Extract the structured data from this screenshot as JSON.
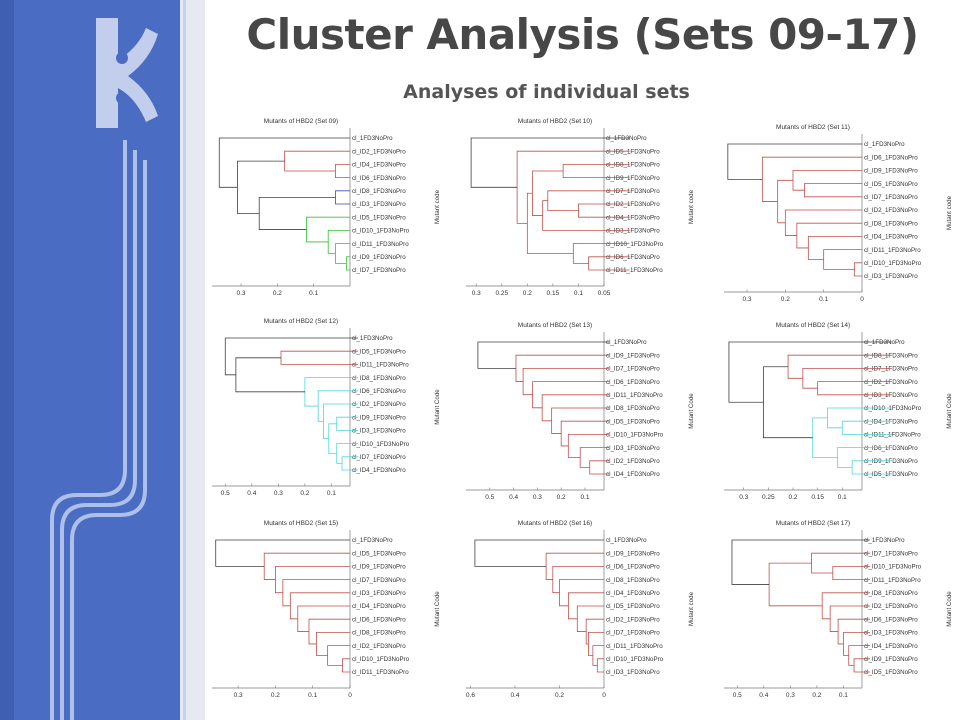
{
  "slide": {
    "title": "Cluster Analysis (Sets 09-17)",
    "subtitle": "Analyses of individual sets"
  },
  "colors": {
    "sidebar": "#4a6cc2",
    "sidebar_stripe": "#aebfe8",
    "title_text": "#474747",
    "tree_black": "#404040",
    "tree_red": "#c0504d",
    "tree_blue": "#3a4bb0",
    "tree_green": "#35c235",
    "tree_cyan": "#4fd6dc"
  },
  "chart_data": [
    {
      "type": "dendrogram",
      "title": "Mutants of HBD2 (Set 09)",
      "ylabel": "Mutant code",
      "xticks": [
        "0.3",
        "0.2",
        "0.1"
      ],
      "xlim": [
        0.38,
        0
      ],
      "labels": [
        "cl_1FD3NoPro",
        "cl_ID2_1FD3NoPro",
        "cl_ID4_1FD3NoPro",
        "cl_ID6_1FD3NoPro",
        "cl_ID8_1FD3NoPro",
        "cl_ID3_1FD3NoPro",
        "cl_ID5_1FD3NoPro",
        "cl_ID10_1FD3NoPro",
        "cl_ID11_1FD3NoPro",
        "cl_ID9_1FD3NoPro",
        "cl_ID7_1FD3NoPro"
      ],
      "merges": [
        {
          "a": 9,
          "b": 10,
          "h": 0.01,
          "color": "green"
        },
        {
          "a": 8,
          "b": 11,
          "h": 0.04,
          "color": "green"
        },
        {
          "a": 7,
          "b": 12,
          "h": 0.06,
          "color": "green"
        },
        {
          "a": 6,
          "b": 13,
          "h": 0.12,
          "color": "green"
        },
        {
          "a": 4,
          "b": 5,
          "h": 0.04,
          "color": "blue"
        },
        {
          "a": 2,
          "b": 3,
          "h": 0.04,
          "color": "red"
        },
        {
          "a": 1,
          "b": 16,
          "h": 0.18,
          "color": "red"
        },
        {
          "a": 15,
          "b": 14,
          "h": 0.25,
          "color": "black"
        },
        {
          "a": 17,
          "b": 18,
          "h": 0.31,
          "color": "black"
        },
        {
          "a": 0,
          "b": 19,
          "h": 0.36,
          "color": "black"
        }
      ]
    },
    {
      "type": "dendrogram",
      "title": "Mutants of HBD2 (Set 10)",
      "ylabel": "Mutant code",
      "xticks": [
        "0.3",
        "0.25",
        "0.2",
        "0.15",
        "0.1",
        "0.05"
      ],
      "xlim": [
        0.32,
        0.05
      ],
      "labels": [
        "cl_1FD3NoPro",
        "cl_ID5_1FD3NoPro",
        "cl_ID8_1FD3NoPro",
        "cl_ID9_1FD3NoPro",
        "cl_ID7_1FD3NoPro",
        "cl_ID2_1FD3NoPro",
        "cl_ID4_1FD3NoPro",
        "cl_ID3_1FD3NoPro",
        "cl_ID10_1FD3NoPro",
        "cl_ID6_1FD3NoPro",
        "cl_ID11_1FD3NoPro"
      ],
      "merges": [
        {
          "a": 9,
          "b": 10,
          "h": 0.08,
          "color": "red"
        },
        {
          "a": 8,
          "b": 11,
          "h": 0.11,
          "color": "red"
        },
        {
          "a": 5,
          "b": 6,
          "h": 0.1,
          "color": "red"
        },
        {
          "a": 2,
          "b": 3,
          "h": 0.13,
          "color": "red"
        },
        {
          "a": 4,
          "b": 13,
          "h": 0.16,
          "color": "red"
        },
        {
          "a": 15,
          "b": 7,
          "h": 0.17,
          "color": "red"
        },
        {
          "a": 14,
          "b": 16,
          "h": 0.19,
          "color": "red"
        },
        {
          "a": 17,
          "b": 12,
          "h": 0.2,
          "color": "red"
        },
        {
          "a": 1,
          "b": 18,
          "h": 0.22,
          "color": "red"
        },
        {
          "a": 0,
          "b": 19,
          "h": 0.31,
          "color": "black"
        }
      ]
    },
    {
      "type": "dendrogram",
      "title": "Mutants of HBD2 (Set 11)",
      "ylabel": "Mutant code",
      "xticks": [
        "0.3",
        "0.2",
        "0.1",
        "0"
      ],
      "xlim": [
        0.36,
        0
      ],
      "labels": [
        "cl_1FD3NoPro",
        "cl_ID6_1FD3NoPro",
        "cl_ID9_1FD3NoPro",
        "cl_ID5_1FD3NoPro",
        "cl_ID7_1FD3NoPro",
        "cl_ID2_1FD3NoPro",
        "cl_ID8_1FD3NoPro",
        "cl_ID4_1FD3NoPro",
        "cl_ID11_1FD3NoPro",
        "cl_ID10_1FD3NoPro",
        "cl_ID3_1FD3NoPro"
      ],
      "merges": [
        {
          "a": 9,
          "b": 10,
          "h": 0.02,
          "color": "red"
        },
        {
          "a": 8,
          "b": 11,
          "h": 0.1,
          "color": "red"
        },
        {
          "a": 7,
          "b": 12,
          "h": 0.14,
          "color": "red"
        },
        {
          "a": 6,
          "b": 13,
          "h": 0.17,
          "color": "red"
        },
        {
          "a": 5,
          "b": 14,
          "h": 0.2,
          "color": "red"
        },
        {
          "a": 3,
          "b": 4,
          "h": 0.15,
          "color": "red"
        },
        {
          "a": 2,
          "b": 16,
          "h": 0.18,
          "color": "red"
        },
        {
          "a": 17,
          "b": 15,
          "h": 0.22,
          "color": "red"
        },
        {
          "a": 1,
          "b": 18,
          "h": 0.26,
          "color": "red"
        },
        {
          "a": 0,
          "b": 19,
          "h": 0.35,
          "color": "black"
        }
      ]
    },
    {
      "type": "dendrogram",
      "title": "Mutants of HBD2 (Set 12)",
      "ylabel": "Mutant Code",
      "xticks": [
        "0.5",
        "0.4",
        "0.3",
        "0.2",
        "0.1"
      ],
      "xlim": [
        0.55,
        0.03
      ],
      "labels": [
        "cl_1FD3NoPro",
        "cl_ID5_1FD3NoPro",
        "cl_ID11_1FD3NoPro",
        "cl_ID8_1FD3NoPro",
        "cl_ID6_1FD3NoPro",
        "cl_ID2_1FD3NoPro",
        "cl_ID9_1FD3NoPro",
        "cl_ID3_1FD3NoPro",
        "cl_ID10_1FD3NoPro",
        "cl_ID7_1FD3NoPro",
        "cl_ID4_1FD3NoPro"
      ],
      "merges": [
        {
          "a": 9,
          "b": 10,
          "h": 0.06,
          "color": "cyan"
        },
        {
          "a": 8,
          "b": 11,
          "h": 0.08,
          "color": "cyan"
        },
        {
          "a": 6,
          "b": 7,
          "h": 0.08,
          "color": "cyan"
        },
        {
          "a": 13,
          "b": 12,
          "h": 0.11,
          "color": "cyan"
        },
        {
          "a": 5,
          "b": 14,
          "h": 0.13,
          "color": "cyan"
        },
        {
          "a": 4,
          "b": 15,
          "h": 0.15,
          "color": "cyan"
        },
        {
          "a": 3,
          "b": 16,
          "h": 0.2,
          "color": "cyan"
        },
        {
          "a": 1,
          "b": 2,
          "h": 0.29,
          "color": "red"
        },
        {
          "a": 18,
          "b": 17,
          "h": 0.46,
          "color": "black"
        },
        {
          "a": 0,
          "b": 19,
          "h": 0.5,
          "color": "black"
        }
      ]
    },
    {
      "type": "dendrogram",
      "title": "Mutants of HBD2 (Set 13)",
      "ylabel": "Mutant Code",
      "xticks": [
        "0.5",
        "0.4",
        "0.3",
        "0.2",
        "0.1"
      ],
      "xlim": [
        0.6,
        0.02
      ],
      "labels": [
        "cl_1FD3NoPro",
        "cl_ID9_1FD3NoPro",
        "cl_ID7_1FD3NoPro",
        "cl_ID6_1FD3NoPro",
        "cl_ID11_1FD3NoPro",
        "cl_ID8_1FD3NoPro",
        "cl_ID5_1FD3NoPro",
        "cl_ID10_1FD3NoPro",
        "cl_ID3_1FD3NoPro",
        "cl_ID2_1FD3NoPro",
        "cl_ID4_1FD3NoPro"
      ],
      "merges": [
        {
          "a": 9,
          "b": 10,
          "h": 0.08,
          "color": "red"
        },
        {
          "a": 8,
          "b": 11,
          "h": 0.12,
          "color": "red"
        },
        {
          "a": 7,
          "b": 12,
          "h": 0.17,
          "color": "red"
        },
        {
          "a": 6,
          "b": 13,
          "h": 0.2,
          "color": "red"
        },
        {
          "a": 5,
          "b": 14,
          "h": 0.24,
          "color": "red"
        },
        {
          "a": 4,
          "b": 15,
          "h": 0.28,
          "color": "red"
        },
        {
          "a": 3,
          "b": 16,
          "h": 0.32,
          "color": "red"
        },
        {
          "a": 2,
          "b": 17,
          "h": 0.36,
          "color": "red"
        },
        {
          "a": 1,
          "b": 18,
          "h": 0.39,
          "color": "red"
        },
        {
          "a": 0,
          "b": 19,
          "h": 0.55,
          "color": "black"
        }
      ]
    },
    {
      "type": "dendrogram",
      "title": "Mutants of HBD2 (Set 14)",
      "ylabel": "Mutant Code",
      "xticks": [
        "0.3",
        "0.25",
        "0.2",
        "0.15",
        "0.1"
      ],
      "xlim": [
        0.34,
        0.06
      ],
      "labels": [
        "cl_1FD3NoPro",
        "cl_ID8_1FD3NoPro",
        "cl_ID7_1FD3NoPro",
        "cl_ID2_1FD3NoPro",
        "cl_ID3_1FD3NoPro",
        "cl_ID10_1FD3NoPro",
        "cl_ID4_1FD3NoPro",
        "cl_ID11_1FD3NoPro",
        "cl_ID6_1FD3NoPro",
        "cl_ID9_1FD3NoPro",
        "cl_ID5_1FD3NoPro"
      ],
      "merges": [
        {
          "a": 9,
          "b": 10,
          "h": 0.08,
          "color": "cyan"
        },
        {
          "a": 8,
          "b": 11,
          "h": 0.11,
          "color": "cyan"
        },
        {
          "a": 6,
          "b": 7,
          "h": 0.1,
          "color": "cyan"
        },
        {
          "a": 5,
          "b": 13,
          "h": 0.13,
          "color": "cyan"
        },
        {
          "a": 14,
          "b": 12,
          "h": 0.16,
          "color": "cyan"
        },
        {
          "a": 3,
          "b": 4,
          "h": 0.15,
          "color": "red"
        },
        {
          "a": 2,
          "b": 16,
          "h": 0.18,
          "color": "red"
        },
        {
          "a": 1,
          "b": 17,
          "h": 0.21,
          "color": "red"
        },
        {
          "a": 18,
          "b": 15,
          "h": 0.26,
          "color": "black"
        },
        {
          "a": 0,
          "b": 19,
          "h": 0.33,
          "color": "black"
        }
      ]
    },
    {
      "type": "dendrogram",
      "title": "Mutants of HBD2 (Set 15)",
      "ylabel": "Mutant Code",
      "xticks": [
        "0.3",
        "0.2",
        "0.1",
        "0"
      ],
      "xlim": [
        0.37,
        0
      ],
      "labels": [
        "cl_1FD3NoPro",
        "cl_ID5_1FD3NoPro",
        "cl_ID9_1FD3NoPro",
        "cl_ID7_1FD3NoPro",
        "cl_ID3_1FD3NoPro",
        "cl_ID4_1FD3NoPro",
        "cl_ID6_1FD3NoPro",
        "cl_ID8_1FD3NoPro",
        "cl_ID2_1FD3NoPro",
        "cl_ID10_1FD3NoPro",
        "cl_ID11_1FD3NoPro"
      ],
      "merges": [
        {
          "a": 9,
          "b": 10,
          "h": 0.02,
          "color": "red"
        },
        {
          "a": 8,
          "b": 11,
          "h": 0.06,
          "color": "red"
        },
        {
          "a": 7,
          "b": 12,
          "h": 0.09,
          "color": "red"
        },
        {
          "a": 6,
          "b": 13,
          "h": 0.11,
          "color": "red"
        },
        {
          "a": 5,
          "b": 14,
          "h": 0.14,
          "color": "red"
        },
        {
          "a": 4,
          "b": 15,
          "h": 0.16,
          "color": "red"
        },
        {
          "a": 3,
          "b": 16,
          "h": 0.18,
          "color": "red"
        },
        {
          "a": 2,
          "b": 17,
          "h": 0.2,
          "color": "red"
        },
        {
          "a": 1,
          "b": 18,
          "h": 0.23,
          "color": "red"
        },
        {
          "a": 0,
          "b": 19,
          "h": 0.36,
          "color": "black"
        }
      ]
    },
    {
      "type": "dendrogram",
      "title": "Mutants of HBD2 (Set 16)",
      "ylabel": "Mutant code",
      "xticks": [
        "0.6",
        "0.4",
        "0.2",
        "0"
      ],
      "xlim": [
        0.62,
        0
      ],
      "labels": [
        "cl_1FD3NoPro",
        "cl_ID9_1FD3NoPro",
        "cl_ID6_1FD3NoPro",
        "cl_ID8_1FD3NoPro",
        "cl_ID4_1FD3NoPro",
        "cl_ID5_1FD3NoPro",
        "cl_ID2_1FD3NoPro",
        "cl_ID7_1FD3NoPro",
        "cl_ID11_1FD3NoPro",
        "cl_ID10_1FD3NoPro",
        "cl_ID3_1FD3NoPro"
      ],
      "merges": [
        {
          "a": 9,
          "b": 10,
          "h": 0.03,
          "color": "red"
        },
        {
          "a": 8,
          "b": 11,
          "h": 0.05,
          "color": "red"
        },
        {
          "a": 7,
          "b": 12,
          "h": 0.07,
          "color": "red"
        },
        {
          "a": 6,
          "b": 13,
          "h": 0.08,
          "color": "red"
        },
        {
          "a": 5,
          "b": 14,
          "h": 0.12,
          "color": "red"
        },
        {
          "a": 4,
          "b": 15,
          "h": 0.16,
          "color": "red"
        },
        {
          "a": 3,
          "b": 16,
          "h": 0.2,
          "color": "red"
        },
        {
          "a": 2,
          "b": 17,
          "h": 0.23,
          "color": "red"
        },
        {
          "a": 1,
          "b": 18,
          "h": 0.26,
          "color": "red"
        },
        {
          "a": 0,
          "b": 19,
          "h": 0.58,
          "color": "black"
        }
      ]
    },
    {
      "type": "dendrogram",
      "title": "Mutants of HBD2 (Set 17)",
      "ylabel": "Mutant Code",
      "xticks": [
        "0.5",
        "0.4",
        "0.3",
        "0.2",
        "0.1"
      ],
      "xlim": [
        0.55,
        0.03
      ],
      "labels": [
        "cl_1FD3NoPro",
        "cl_ID7_1FD3NoPro",
        "cl_ID10_1FD3NoPro",
        "cl_ID11_1FD3NoPro",
        "cl_ID8_1FD3NoPro",
        "cl_ID2_1FD3NoPro",
        "cl_ID6_1FD3NoPro",
        "cl_ID3_1FD3NoPro",
        "cl_ID4_1FD3NoPro",
        "cl_ID9_1FD3NoPro",
        "cl_ID5_1FD3NoPro"
      ],
      "merges": [
        {
          "a": 9,
          "b": 10,
          "h": 0.06,
          "color": "red"
        },
        {
          "a": 8,
          "b": 11,
          "h": 0.08,
          "color": "red"
        },
        {
          "a": 7,
          "b": 12,
          "h": 0.1,
          "color": "red"
        },
        {
          "a": 6,
          "b": 13,
          "h": 0.12,
          "color": "red"
        },
        {
          "a": 5,
          "b": 14,
          "h": 0.15,
          "color": "red"
        },
        {
          "a": 4,
          "b": 15,
          "h": 0.18,
          "color": "red"
        },
        {
          "a": 2,
          "b": 3,
          "h": 0.14,
          "color": "red"
        },
        {
          "a": 1,
          "b": 17,
          "h": 0.22,
          "color": "red"
        },
        {
          "a": 18,
          "b": 16,
          "h": 0.38,
          "color": "red"
        },
        {
          "a": 0,
          "b": 19,
          "h": 0.52,
          "color": "black"
        }
      ]
    }
  ]
}
